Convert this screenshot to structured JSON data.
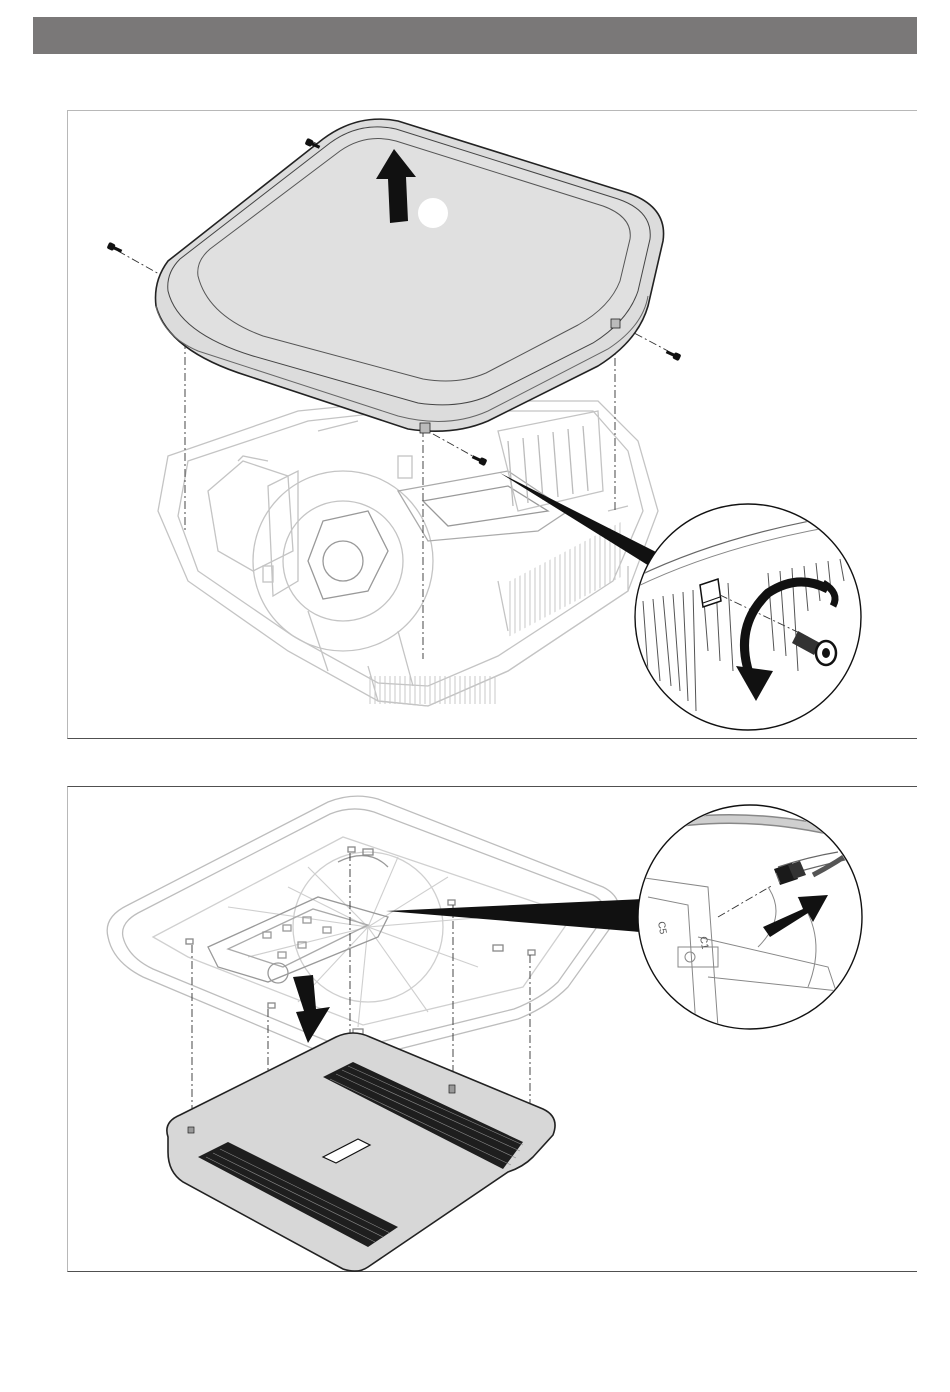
{
  "document": {
    "header_bar_color": "#7a7878",
    "panels": [
      {
        "id": "step-remove-top-cover",
        "icons": [
          "screw-icon",
          "up-arrow-icon",
          "rotate-arrow-icon",
          "magnifier-callout-icon"
        ]
      },
      {
        "id": "step-install-ceiling-cover",
        "icons": [
          "down-arrow-icon",
          "right-arrow-icon",
          "connector-plug-icon",
          "magnifier-callout-icon"
        ],
        "labels": {
          "connector_label_1": "C5",
          "connector_label_2": "C1"
        }
      }
    ]
  }
}
